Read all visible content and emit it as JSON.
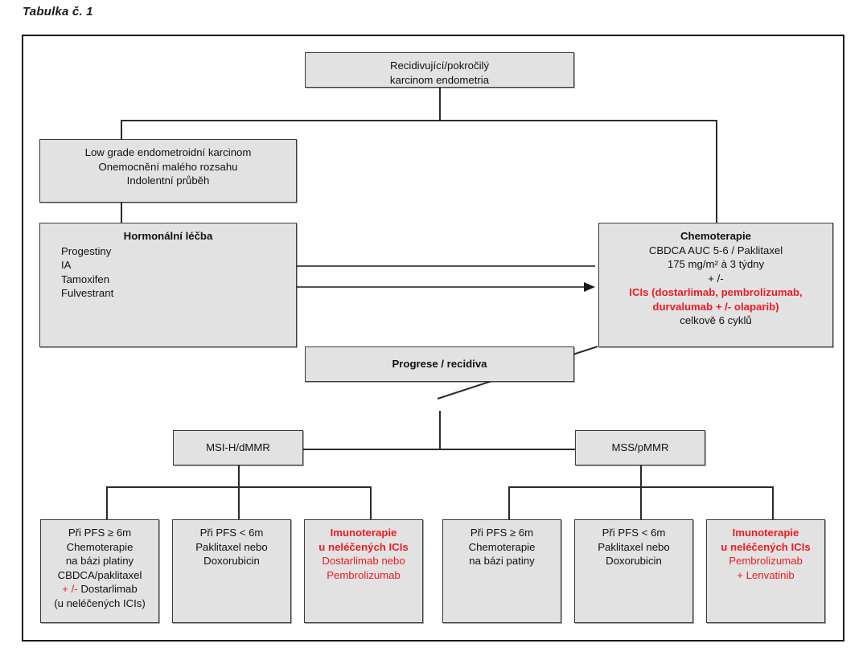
{
  "title": "Tabulka č. 1",
  "colors": {
    "node_fill": "#e2e2e2",
    "node_border": "#3a3a3a",
    "accent_red": "#ec1b24",
    "frame_border": "#1a1a1a",
    "text": "#111111"
  },
  "nodes": {
    "root": {
      "name": "recidivujici-pokrocily-karcinom-endometria",
      "lines": [
        "Recidivující/pokročilý",
        "karcinom endometria"
      ]
    },
    "low_grade": {
      "name": "low-grade-endometroidni-karcinom",
      "lines": [
        "Low grade endometroidní karcinom",
        "Onemocnění malého rozsahu",
        "Indolentní průběh"
      ]
    },
    "hormonal": {
      "name": "hormonalni-lecba",
      "heading": "Hormonální léčba",
      "items": [
        "Progestiny",
        "IA",
        "Tamoxifen",
        "Fulvestrant"
      ]
    },
    "chemo": {
      "name": "chemoterapie",
      "heading": "Chemoterapie",
      "lines": [
        "CBDCA AUC 5-6 / Paklitaxel",
        "175 mg/m² à 3 týdny",
        "+ /-"
      ],
      "red_lines": [
        "ICIs (dostarlimab, pembrolizumab,",
        "durvalumab + /- olaparib)"
      ],
      "tail": "celkově 6 cyklů"
    },
    "progrese": {
      "name": "progrese-recidiva",
      "label": "Progrese / recidiva"
    },
    "msi": {
      "name": "msi-h-dmmr",
      "label": "MSI-H/dMMR"
    },
    "mss": {
      "name": "mss-pmmr",
      "label": "MSS/pMMR"
    }
  },
  "leaves": [
    {
      "name": "msi-pfs-ge-6m",
      "lines": [
        {
          "text": "Při PFS ≥ 6m",
          "style": "normal"
        },
        {
          "text": "Chemoterapie",
          "style": "normal"
        },
        {
          "text": "na bázi platiny",
          "style": "normal"
        },
        {
          "text": "CBDCA/paklitaxel",
          "style": "normal"
        },
        {
          "text": "+ /- Dostarlimab",
          "style": "mixed-red-prefix",
          "red_prefix": "+ /-",
          "rest": " Dostarlimab"
        },
        {
          "text": "(u neléčených ICIs)",
          "style": "normal"
        }
      ]
    },
    {
      "name": "msi-pfs-lt-6m",
      "lines": [
        {
          "text": "Při PFS < 6m",
          "style": "normal"
        },
        {
          "text": "Paklitaxel nebo",
          "style": "normal"
        },
        {
          "text": "Doxorubicin",
          "style": "normal"
        }
      ]
    },
    {
      "name": "msi-imunoterapie",
      "lines": [
        {
          "text": "Imunoterapie",
          "style": "red-bold"
        },
        {
          "text": "u neléčených ICIs",
          "style": "red-bold"
        },
        {
          "text": "Dostarlimab nebo",
          "style": "red"
        },
        {
          "text": "Pembrolizumab",
          "style": "red"
        }
      ]
    },
    {
      "name": "mss-pfs-ge-6m",
      "lines": [
        {
          "text": "Při PFS ≥ 6m",
          "style": "normal"
        },
        {
          "text": "Chemoterapie",
          "style": "normal"
        },
        {
          "text": "na bázi patiny",
          "style": "normal"
        }
      ]
    },
    {
      "name": "mss-pfs-lt-6m",
      "lines": [
        {
          "text": "Při PFS < 6m",
          "style": "normal"
        },
        {
          "text": "Paklitaxel nebo",
          "style": "normal"
        },
        {
          "text": "Doxorubicin",
          "style": "normal"
        }
      ]
    },
    {
      "name": "mss-imunoterapie",
      "lines": [
        {
          "text": "Imunoterapie",
          "style": "red-bold"
        },
        {
          "text": "u neléčených ICIs",
          "style": "red-bold"
        },
        {
          "text": "Pembrolizumab",
          "style": "red"
        },
        {
          "text": "+ Lenvatinib",
          "style": "red"
        }
      ]
    }
  ]
}
